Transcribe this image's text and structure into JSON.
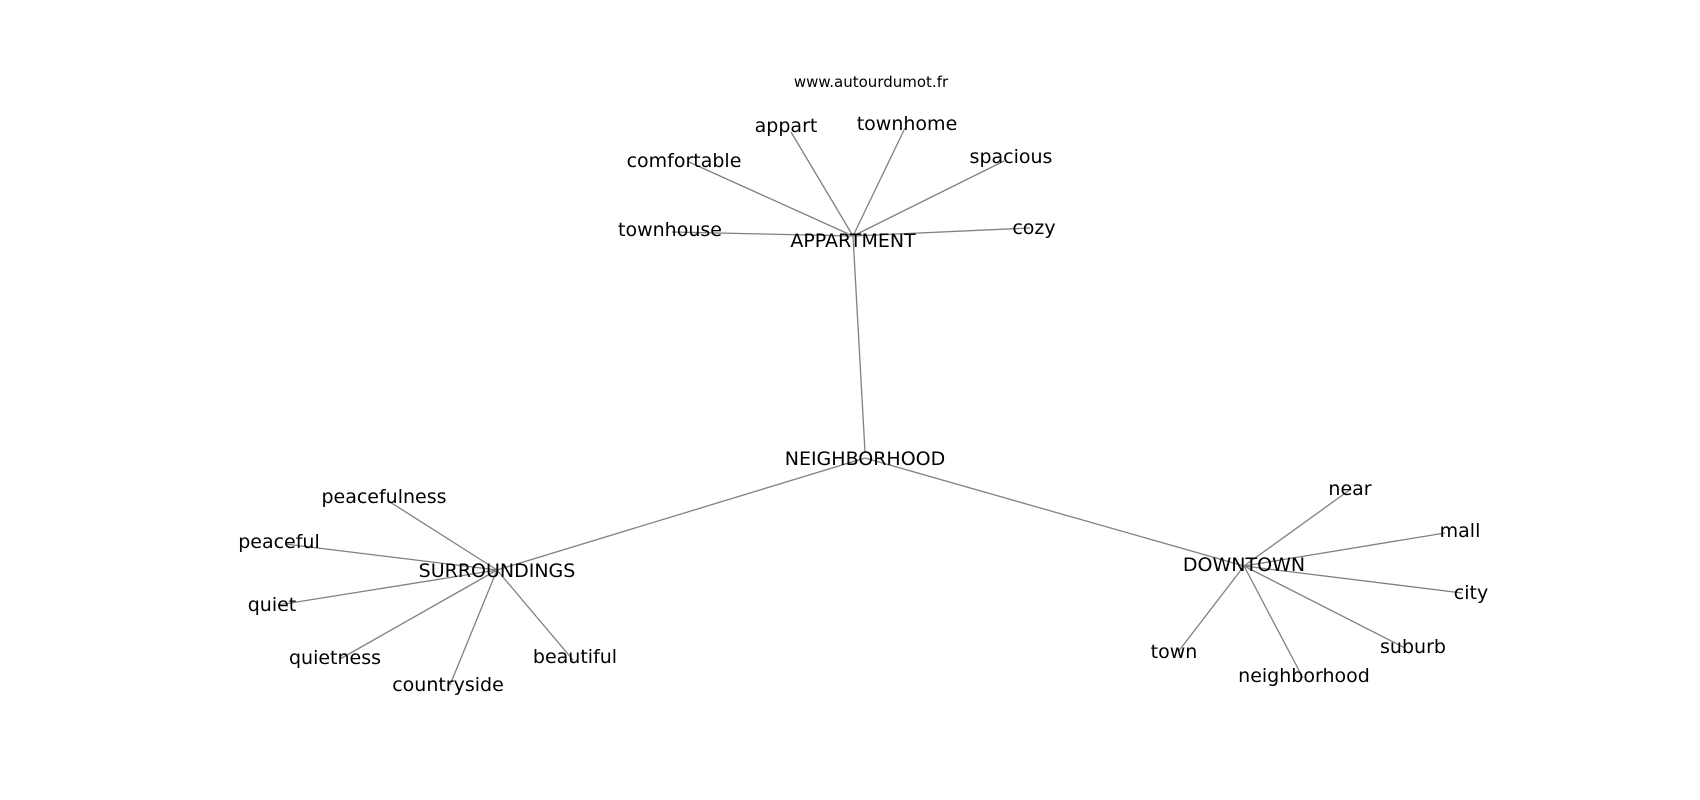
{
  "watermark": "www.autourdumot.fr",
  "colors": {
    "edge": "#808080",
    "text": "#000000",
    "background": "#ffffff"
  },
  "center": "NEIGHBORHOOD",
  "hubs": {
    "appartment": {
      "label": "APPARTMENT",
      "words": {
        "appart": "appart",
        "townhome": "townhome",
        "comfortable": "comfortable",
        "spacious": "spacious",
        "townhouse": "townhouse",
        "cozy": "cozy"
      }
    },
    "surroundings": {
      "label": "SURROUNDINGS",
      "words": {
        "peacefulness": "peacefulness",
        "peaceful": "peaceful",
        "quiet": "quiet",
        "quietness": "quietness",
        "countryside": "countryside",
        "beautiful": "beautiful"
      }
    },
    "downtown": {
      "label": "DOWNTOWN",
      "words": {
        "near": "near",
        "mall": "mall",
        "city": "city",
        "suburb": "suburb",
        "neighborhood": "neighborhood",
        "town": "town"
      }
    }
  }
}
